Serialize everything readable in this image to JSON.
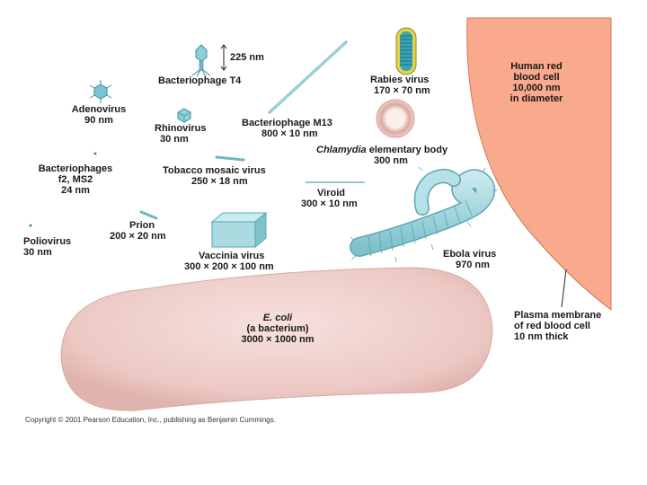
{
  "labels": {
    "scale_bar": "225 nm",
    "bacteriophage_t4": "Bacteriophage T4",
    "adenovirus": {
      "name": "Adenovirus",
      "size": "90 nm"
    },
    "rhinovirus": {
      "name": "Rhinovirus",
      "size": "30 nm"
    },
    "bacteriophage_m13": {
      "name": "Bacteriophage M13",
      "size": "800 × 10 nm"
    },
    "rabies": {
      "name": "Rabies virus",
      "size": "170 × 70 nm"
    },
    "rbc": {
      "line1": "Human red",
      "line2": "blood cell",
      "line3": "10,000 nm",
      "line4": "in diameter"
    },
    "chlamydia": {
      "name_italic": "Chlamydia",
      "name_rest": " elementary body",
      "size": "300 nm"
    },
    "phages_f2": {
      "line1": "Bacteriophages",
      "line2": "f2, MS2",
      "line3": "24 nm"
    },
    "tobacco": {
      "name": "Tobacco mosaic virus",
      "size": "250 × 18 nm"
    },
    "viroid": {
      "name": "Viroid",
      "size": "300 × 10 nm"
    },
    "prion": {
      "name": "Prion",
      "size": "200 × 20 nm"
    },
    "poliovirus": {
      "name": "Poliovirus",
      "size": "30 nm"
    },
    "vaccinia": {
      "name": "Vaccinia virus",
      "size": "300 × 200 × 100 nm"
    },
    "ebola": {
      "name": "Ebola virus",
      "size": "970 nm"
    },
    "ecoli": {
      "name": "E. coli",
      "line2": "(a bacterium)",
      "size": "3000 × 1000 nm"
    },
    "plasma": {
      "line1": "Plasma membrane",
      "line2": "of red blood cell",
      "line3": "10 nm thick"
    }
  },
  "copyright": "Copyright © 2001 Pearson Education, Inc., publishing as Benjamin Cummings.",
  "colors": {
    "rbc": "#f9a98c",
    "ecoli": "#f0d2cf",
    "virus_teal": "#9fd3da",
    "virus_outline": "#5aa7b3",
    "rabies_yellow": "#e4d34a"
  }
}
